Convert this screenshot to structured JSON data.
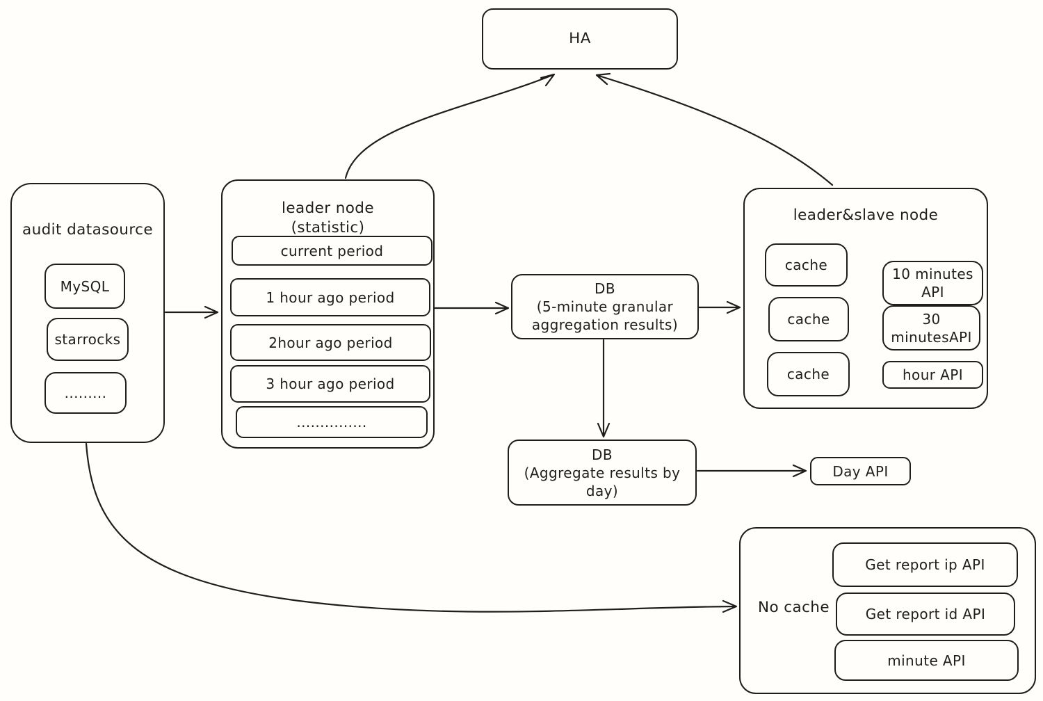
{
  "colors": {
    "stroke": "#1e1e1e",
    "background": "#fffefa"
  },
  "nodes": {
    "ha": {
      "label": "HA"
    },
    "audit": {
      "title": "audit datasource",
      "items": [
        "MySQL",
        "starrocks",
        "........."
      ]
    },
    "leader": {
      "title": "leader node",
      "subtitle": "(statistic)",
      "items": [
        "current period",
        "1 hour ago period",
        "2hour ago period",
        "3 hour ago period",
        "..............."
      ]
    },
    "db5": {
      "title": "DB",
      "line2": "(5-minute granular",
      "line3": "aggregation results)"
    },
    "leaderslave": {
      "title": "leader&slave node",
      "caches": [
        "cache",
        "cache",
        "cache"
      ],
      "apis": [
        "10 minutes API",
        "30 minutesAPI",
        "hour API"
      ]
    },
    "dbday": {
      "title": "DB",
      "line2": "(Aggregate results by",
      "line3": "day)"
    },
    "dayapi": {
      "label": "Day API"
    },
    "nocache": {
      "label": "No cache",
      "apis": [
        "Get report ip API",
        "Get report id API",
        "minute API"
      ]
    }
  }
}
